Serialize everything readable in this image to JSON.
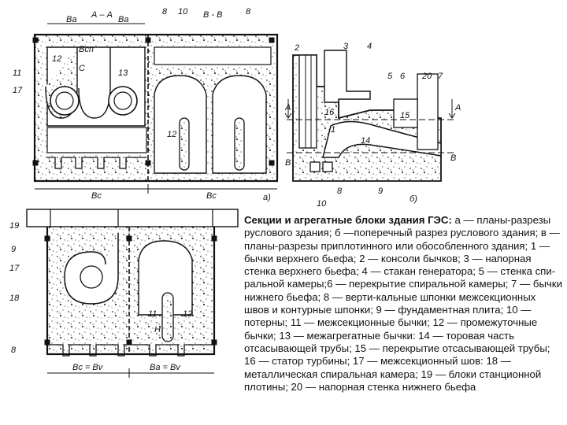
{
  "caption": {
    "title": "Секции и агрегатные блоки здания ГЭС:",
    "text": " а — планы-разрезы руслового здания; б —поперечный разрез руслового здания; в —планы-разрезы приплотинного или обособленного здания; 1 — бычки верхнего бьефа; 2 — консоли бычков; 3 — напорная стенка верхнего бьефа; 4 — стакан генератора; 5 — стенка спи-ральной камеры;6 — перекрытие спиральной камеры; 7 — бычки нижнего бьефа; 8 — верти-кальные шпонки межсекционных швов и контурные шпонки; 9 — фундаментная плита; 10 — потерны; 11 — межсекционные бычки; 12 — промежуточные бычки; 13 — межагрегатные бычки: 14 — торовая часть отсасывающей трубы; 15 — перекрытие отсасывающей трубы; 16 — статор турбины; 17 — межсекционный шов: 18 — металлическая спиральная камера; 19 — блоки станционной плотины; 20 — напорная стенка нижнего бьефа"
  },
  "fig_a": {
    "section_aa": "А – А",
    "section_bb": "В - В",
    "dim_ba": "Ва",
    "dim_ba2": "Ва",
    "dim_bcn": "Всп",
    "dim_c": "С",
    "dim_bc": "Вс",
    "dim_bc2": "Вс",
    "label_8": "8",
    "label_8b": "8",
    "label_10": "10",
    "label_11": "11",
    "label_12": "12",
    "label_12b": "12",
    "label_13": "13",
    "label_17": "17",
    "letter": "а)"
  },
  "fig_b": {
    "label_1": "1",
    "label_2": "2",
    "label_3": "3",
    "label_4": "4",
    "label_5": "5",
    "label_6": "6",
    "label_7": "7",
    "label_8": "8",
    "label_9": "9",
    "label_10": "10",
    "label_14": "14",
    "label_15": "15",
    "label_16": "16",
    "label_20": "20",
    "label_a1": "А",
    "label_a2": "А",
    "label_b1": "В",
    "label_b2": "В",
    "letter": "б)"
  },
  "fig_v": {
    "label_19": "19",
    "label_9": "9",
    "label_17": "17",
    "label_18": "18",
    "label_8": "8",
    "label_11": "11",
    "label_12": "12",
    "label_hs": "Н",
    "dim_bsbv": "Вс = Вv",
    "dim_babv": "Ва = Вv"
  }
}
